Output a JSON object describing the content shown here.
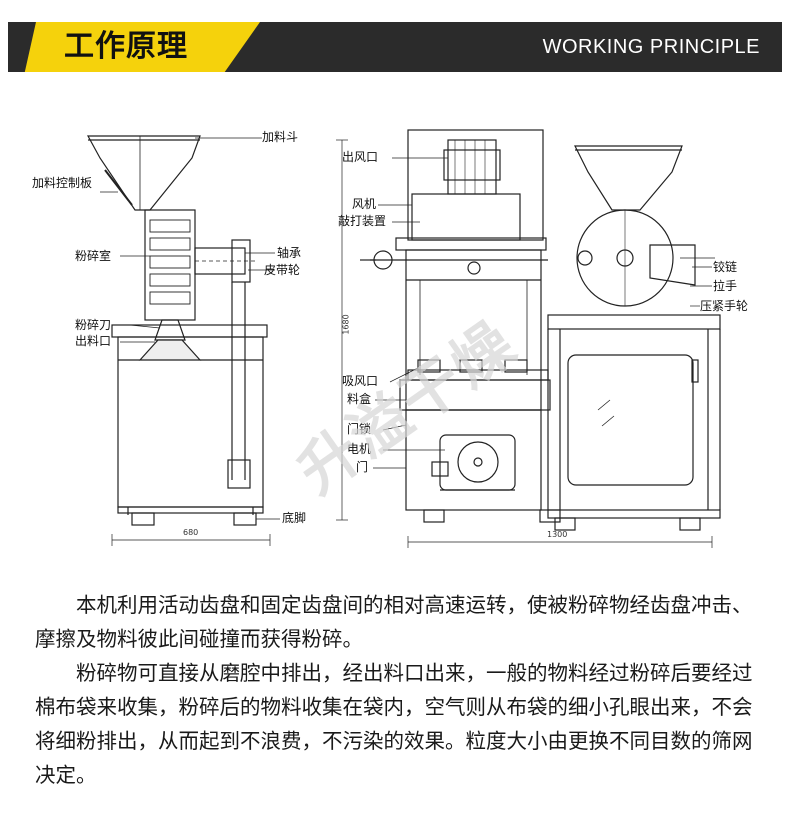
{
  "header": {
    "title_cn": "工作原理",
    "title_en": "WORKING PRINCIPLE"
  },
  "diagram": {
    "labels": {
      "hopper": "加料斗",
      "feed_control_plate": "加料控制板",
      "crushing_chamber": "粉碎室",
      "bearing": "轴承",
      "belt_pulley": "皮带轮",
      "crushing_blade": "粉碎刀",
      "discharge_port": "出料口",
      "base_feet": "底脚",
      "air_outlet": "出风口",
      "fan": "风机",
      "beating_device": "敲打装置",
      "air_inlet": "吸风口",
      "material_box": "料盒",
      "door_lock": "门锁",
      "motor": "电机",
      "door": "门",
      "hinge": "铰链",
      "pull_handle": "拉手",
      "tightening_handwheel": "压紧手轮"
    },
    "dimensions": {
      "left_width": "680",
      "height": "1680",
      "right_width": "1300"
    },
    "watermark": "升溢干燥"
  },
  "description": {
    "paragraph1": "本机利用活动齿盘和固定齿盘间的相对高速运转，使被粉碎物经齿盘冲击、摩擦及物料彼此间碰撞而获得粉碎。",
    "paragraph2": "粉碎物可直接从磨腔中排出，经出料口出来，一般的物料经过粉碎后要经过棉布袋来收集，粉碎后的物料收集在袋内，空气则从布袋的细小孔眼出来，不会将细粉排出，从而起到不浪费，不污染的效果。粒度大小由更换不同目数的筛网决定。"
  },
  "colors": {
    "accent_yellow": "#f5d20c",
    "header_dark": "#2b2b2b"
  }
}
